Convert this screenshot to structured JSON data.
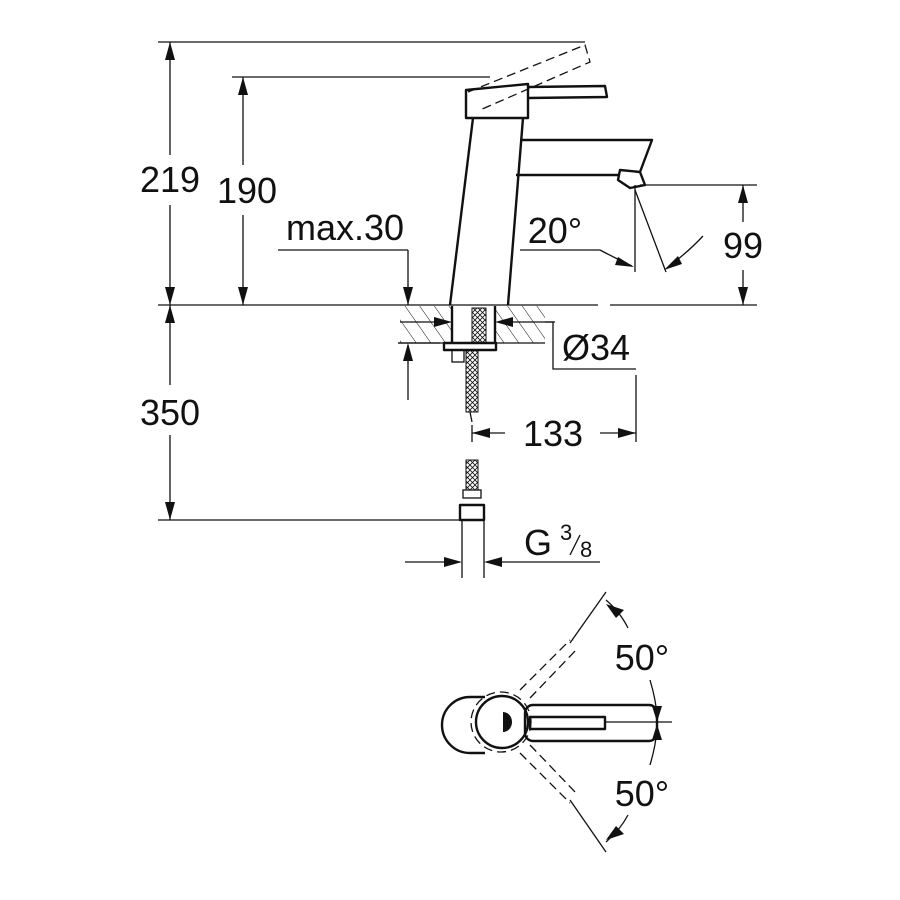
{
  "title": "Basin mixer dimension drawing",
  "dimensions": {
    "overall_height": "219",
    "spout_height_top": "190",
    "max_counter_thickness": "max.30",
    "spout_angle": "20°",
    "spout_outlet_height": "99",
    "hole_diameter": "Ø34",
    "hose_length": "350",
    "projection": "133",
    "connection_thread_prefix": "G",
    "connection_thread_num": "3",
    "connection_thread_den": "8",
    "lever_rotation_left": "50°",
    "lever_rotation_right": "50°"
  },
  "colors": {
    "line": "#111111",
    "background": "#ffffff"
  }
}
